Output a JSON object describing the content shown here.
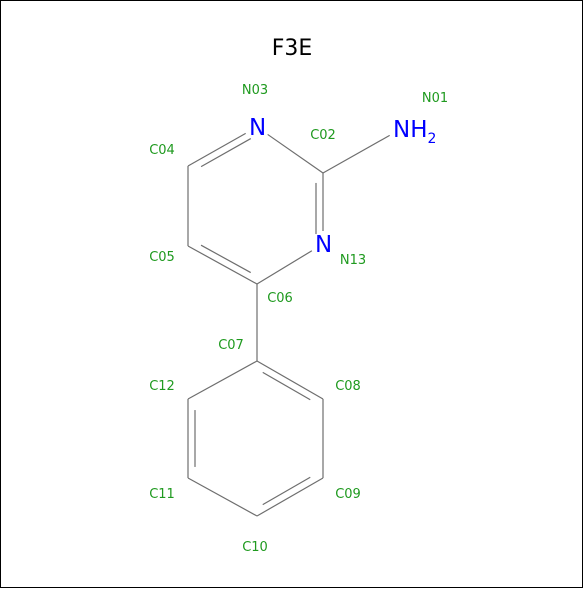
{
  "title": "F3E",
  "colors": {
    "bond": "#6e6e6e",
    "nitrogen": "#0000ff",
    "atom_id": "#1f9a1f",
    "title": "#000000",
    "border": "#000000"
  },
  "atoms": [
    {
      "id": "N01",
      "element": "N",
      "display": "NH",
      "subscript": "2"
    },
    {
      "id": "C02",
      "element": "C"
    },
    {
      "id": "N03",
      "element": "N",
      "display": "N"
    },
    {
      "id": "C04",
      "element": "C"
    },
    {
      "id": "C05",
      "element": "C"
    },
    {
      "id": "C06",
      "element": "C"
    },
    {
      "id": "N13",
      "element": "N",
      "display": "N"
    },
    {
      "id": "C07",
      "element": "C"
    },
    {
      "id": "C08",
      "element": "C"
    },
    {
      "id": "C09",
      "element": "C"
    },
    {
      "id": "C10",
      "element": "C"
    },
    {
      "id": "C11",
      "element": "C"
    },
    {
      "id": "C12",
      "element": "C"
    }
  ],
  "bonds": [
    {
      "a": "C02",
      "b": "N01",
      "order": 1
    },
    {
      "a": "C02",
      "b": "N03",
      "order": 1
    },
    {
      "a": "N03",
      "b": "C04",
      "order": 2
    },
    {
      "a": "C04",
      "b": "C05",
      "order": 1
    },
    {
      "a": "C05",
      "b": "C06",
      "order": 2
    },
    {
      "a": "C06",
      "b": "N13",
      "order": 1
    },
    {
      "a": "N13",
      "b": "C02",
      "order": 2
    },
    {
      "a": "C06",
      "b": "C07",
      "order": 1
    },
    {
      "a": "C07",
      "b": "C08",
      "order": 2
    },
    {
      "a": "C08",
      "b": "C09",
      "order": 1
    },
    {
      "a": "C09",
      "b": "C10",
      "order": 2
    },
    {
      "a": "C10",
      "b": "C11",
      "order": 1
    },
    {
      "a": "C11",
      "b": "C12",
      "order": 2
    },
    {
      "a": "C12",
      "b": "C07",
      "order": 1
    }
  ]
}
